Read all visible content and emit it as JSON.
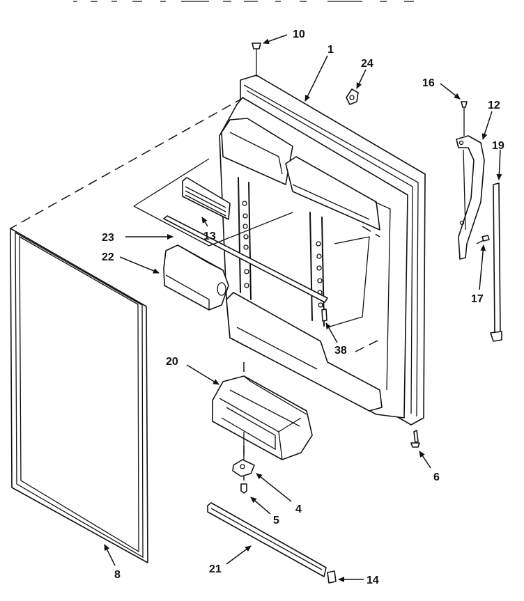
{
  "diagram": {
    "part_labels": {
      "p1": "1",
      "p4": "4",
      "p5": "5",
      "p6": "6",
      "p8": "8",
      "p10": "10",
      "p12": "12",
      "p13": "13",
      "p14": "14",
      "p16": "16",
      "p17": "17",
      "p19": "19",
      "p20": "20",
      "p21": "21",
      "p22": "22",
      "p23": "23",
      "p24": "24",
      "p38": "38"
    }
  }
}
